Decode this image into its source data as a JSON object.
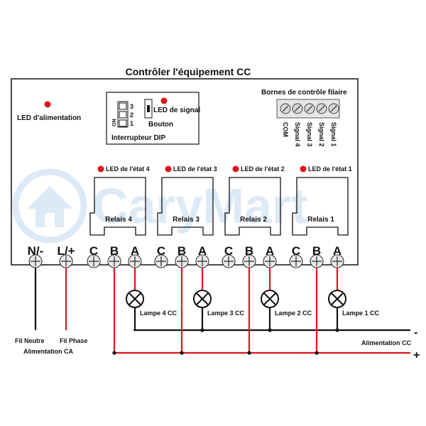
{
  "title": "Contrôler l'équipement CC",
  "watermark": "CaryMart",
  "power_led_label": "LED d'alimentation",
  "signal_led_label": "LED de signal",
  "button_label": "Bouton",
  "dip_switch_label": "Interrupteur DIP",
  "dip_numbers": [
    "3",
    "2",
    "1"
  ],
  "dip_on": "ON",
  "wired_terminals": {
    "title": "Bornes de contrôle filaire",
    "labels": [
      "COM",
      "Signal 4",
      "Signal 3",
      "Signal 2",
      "Signal 1"
    ]
  },
  "status_leds": [
    "LED de l'état 4",
    "LED de l'état 3",
    "LED de l'état 2",
    "LED de l'état 1"
  ],
  "relays": [
    "Relais 4",
    "Relais 3",
    "Relais 2",
    "Relais 1"
  ],
  "power_terminals": [
    "N/-",
    "L/+"
  ],
  "relay_terminals": [
    "C",
    "B",
    "A"
  ],
  "lamps": [
    "Lampe 4 CC",
    "Lampe 3 CC",
    "Lampe 2 CC",
    "Lampe 1 CC"
  ],
  "wires": {
    "neutral": "Fil Neutre",
    "phase": "Fil Phase",
    "ac_supply": "Alimentation CA",
    "dc_supply": "Alimentation CC",
    "minus": "-",
    "plus": "+"
  },
  "colors": {
    "led": "#e0141b",
    "wire_red": "#e0141b",
    "wire_black": "#111111",
    "watermark": "#dce9f6"
  }
}
